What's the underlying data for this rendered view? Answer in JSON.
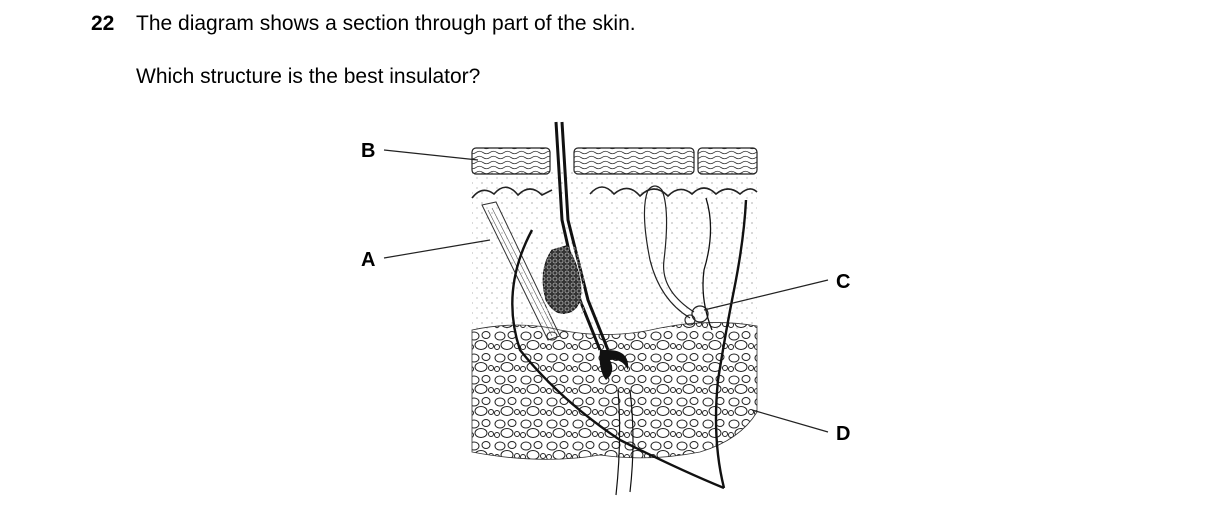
{
  "question": {
    "number": "22",
    "text": "The diagram shows a section through part of the skin.",
    "prompt": "Which structure is the best insulator?"
  },
  "diagram": {
    "labels": {
      "a": "A",
      "b": "B",
      "c": "C",
      "d": "D"
    }
  }
}
